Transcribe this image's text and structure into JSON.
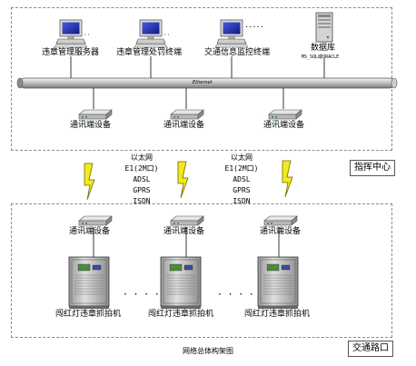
{
  "zones": {
    "command_center": "指挥中心",
    "intersection": "交通路口"
  },
  "top_nodes": {
    "server1": "违章管理服务器",
    "server2": "违章管理处罚终端",
    "server3": "交通信息监控终端",
    "database": "数据库",
    "database_sub": "MS_SQL或ORACLE",
    "ellipsis": "·····"
  },
  "ethernet_label": "Ethernet",
  "comm_device": "通讯端设备",
  "link_types": [
    "以太网",
    "E1(2M口)",
    "ADSL",
    "GPRS",
    "ISDN"
  ],
  "camera_label": "闯红灯违章抓拍机",
  "bottom_ellipsis": "· · · ·",
  "caption": "网络总体构架图",
  "colors": {
    "bolt": "#f2ea1a",
    "bolt_outline": "#6b6b00",
    "monitor_screen": "#1d2bb3",
    "cabinet": "#c9c9c9"
  }
}
